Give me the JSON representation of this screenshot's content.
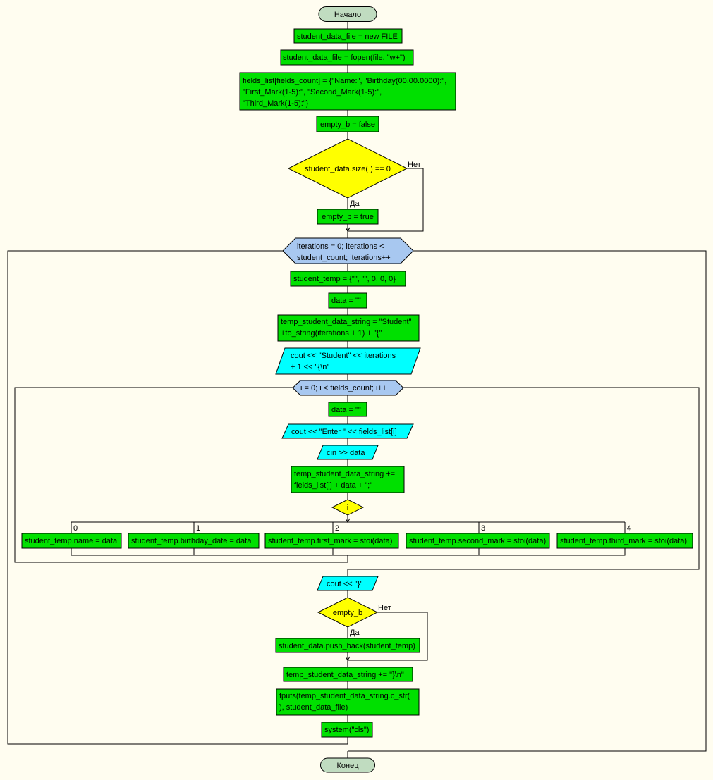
{
  "colors": {
    "background": "#fffdf0",
    "process": "#00e000",
    "decision": "#ffff00",
    "io": "#00ffff",
    "loop": "#a8c8f0",
    "terminal": "#c0dcc0",
    "line": "#000000"
  },
  "nodes": {
    "start": "Начало",
    "new_file": "student_data_file = new FILE",
    "fopen": "student_data_file = fopen(file, \"w+\")",
    "fields_list": [
      "fields_list[fields_count] = {\"Name:\", \"Birthday(00.00.0000):\",",
      "\"First_Mark(1-5):\", \"Second_Mark(1-5):\",",
      "\"Third_Mark(1-5):\"}"
    ],
    "empty_false": "empty_b = false",
    "check_size": "student_data.size( ) == 0",
    "empty_true": "empty_b = true",
    "loop_outer": [
      "iterations = 0; iterations <",
      "student_count; iterations++"
    ],
    "student_temp": "student_temp = {\"\", \"\", 0, 0, 0}",
    "data_reset_1": "data = \"\"",
    "temp_string": [
      "temp_student_data_string = \"Student\"",
      "+to_string(iterations + 1) + \"{\""
    ],
    "cout_student": [
      "cout << \"Student\" << iterations",
      "+ 1 << \"{\\n\""
    ],
    "loop_inner": "i = 0; i < fields_count; i++",
    "data_reset_2": "data = \"\"",
    "cout_enter": "cout << \"Enter \" << fields_list[i]",
    "cin_data": "cin >> data",
    "append_field": [
      "temp_student_data_string +=",
      "fields_list[i] + data + \";\""
    ],
    "switch_i": "i",
    "case_0": "student_temp.name = data",
    "case_1": "student_temp.birthday_date = data",
    "case_2": "student_temp.first_mark = stoi(data)",
    "case_3": "student_temp.second_mark = stoi(data)",
    "case_4": "student_temp.third_mark = stoi(data)",
    "cout_close": "cout << \"}\"",
    "check_empty": "empty_b",
    "push_back": "student_data.push_back(student_temp)",
    "append_close": "temp_student_data_string += \"}\\n\"",
    "fputs": [
      "fputs(temp_student_data_string.c_str(",
      "), student_data_file)"
    ],
    "system_cls": "system(\"cls\")",
    "end": "Конец"
  },
  "labels": {
    "no_1": "Нет",
    "yes_1": "Да",
    "no_2": "Нет",
    "yes_2": "Да",
    "case_0": "0",
    "case_1": "1",
    "case_2": "2",
    "case_3": "3",
    "case_4": "4"
  }
}
